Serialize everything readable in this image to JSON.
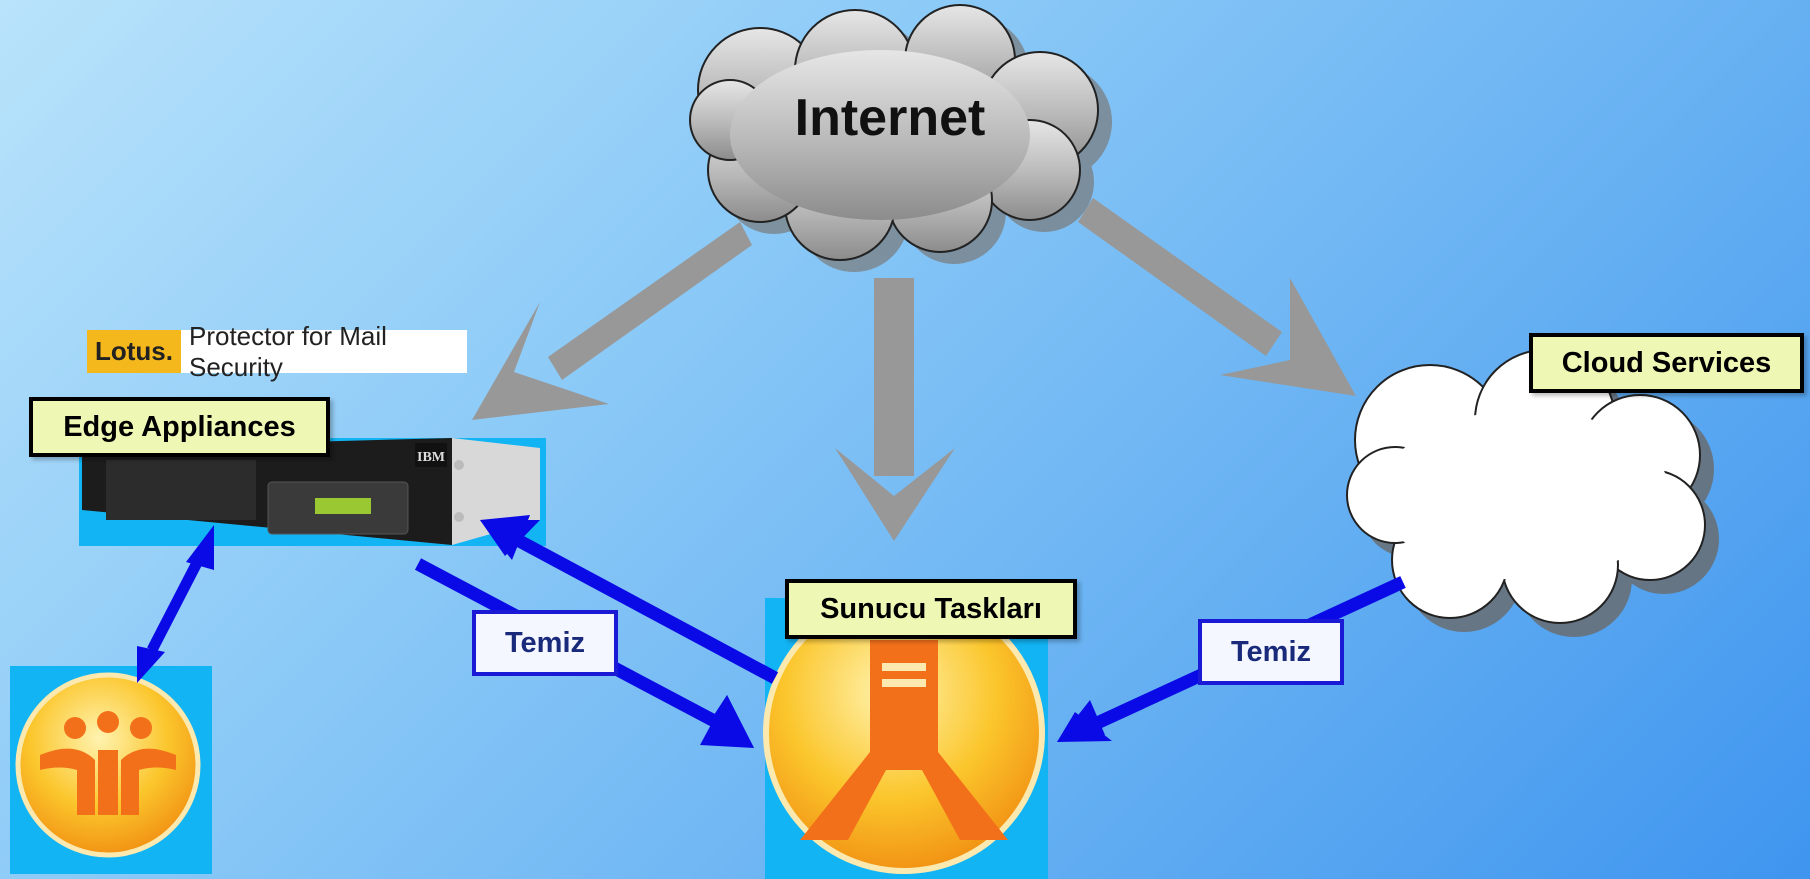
{
  "internet": {
    "label": "Internet"
  },
  "product_logo": {
    "brand": "Lotus.",
    "name": "Protector for Mail Security"
  },
  "edge": {
    "label": "Edge Appliances",
    "vendor_mark": "IBM"
  },
  "server": {
    "label": "Sunucu Taskları"
  },
  "cloud": {
    "label": "Cloud Services"
  },
  "clean_left": {
    "label": "Temiz"
  },
  "clean_right": {
    "label": "Temiz"
  },
  "colors": {
    "gray_arrow": "#989898",
    "blue_arrow": "#0a0ae6",
    "label_fill": "#eef8b4",
    "clean_fill": "#f4f7ff",
    "lotus_orange": "#f4b81c",
    "icon_bg": "#12b4f4"
  }
}
